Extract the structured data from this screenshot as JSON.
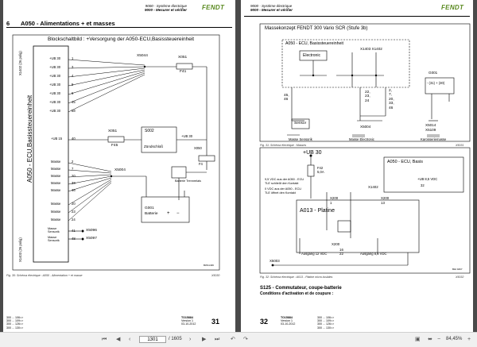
{
  "left_page": {
    "brand": "FENDT",
    "header_line1": "9000 - Système électrique",
    "header_line2": "9000 - Mesurer et vérifier",
    "section_number": "6",
    "section_title": "A050 - Alimentations + et masses",
    "diagram_title": "Blockschaltbild : +Versorgung der A050-ECU,Basissteuereinheit",
    "ecu_label": "A050 - ECU,Basissteuereinheit",
    "conn_top": "X1402 (26 polig)",
    "conn_bottom": "X1403 (26 polig)",
    "pin_labels": [
      "+UB 30",
      "+UB 30",
      "+UB 30",
      "+UB 30",
      "+UB 30",
      "+UB 30",
      "+UB 30"
    ],
    "pin_numbers": [
      "1",
      "3",
      "4",
      "5",
      "6",
      "45",
      "58"
    ],
    "x5044": "X5044",
    "x051_top": "X051",
    "f41": "F41",
    "ub15": "+UB 15",
    "pin_40": "40",
    "x051_mid": "X051",
    "f45": "F45",
    "s002": "S002",
    "zuendschloss": "Zündschloß",
    "ub30_right": "+UB 30",
    "x050": "X050",
    "f4": "F4",
    "battery_switch": "Batterie Trennrelais",
    "masse_rows": [
      {
        "label": "Masse",
        "pin": "2"
      },
      {
        "label": "Masse",
        "pin": "7"
      },
      {
        "label": "Masse",
        "pin": "20"
      },
      {
        "label": "Masse",
        "pin": "33"
      },
      {
        "label": "Masse",
        "pin": "46"
      }
    ],
    "x5004": "X5004",
    "masse_rows2": [
      {
        "label": "Masse",
        "pin": "20"
      },
      {
        "label": "Masse",
        "pin": "23"
      },
      {
        "label": "Masse",
        "pin": "24"
      }
    ],
    "sensor_rows": [
      {
        "label": "Masse Sensorik",
        "pin": "41",
        "conn": "X5096"
      },
      {
        "label": "Masse Sensorik",
        "pin": "48",
        "conn": "X5097"
      }
    ],
    "g001": "G001",
    "batterie": "Batterie",
    "ref_code": "BW11436",
    "caption": "Fig. 30: Schéma électrique : A050 - Alimentation + et masse",
    "caption_code": "X5030",
    "footer_lines": [
      "300 ... 106=>",
      "300 ... 109=>",
      "300 ... 126=>",
      "300 ... 130=>"
    ],
    "doc_code": "TO15884",
    "version": "Version 1",
    "date": "03-10-2012",
    "page_number": "31"
  },
  "right_page": {
    "brand": "FENDT",
    "header_line1": "9000 - Système électrique",
    "header_line2": "9000 - Mesurer et vérifier",
    "mk_title": "Massekonzept FENDT 300 Vario SCR (Stufe 3b)",
    "ecu_basis": "A050 - ECU, Basissteuereinheit",
    "electronic": "Electronic",
    "x1403_x1402": "X1403 X1402",
    "pins_a": [
      "45,",
      "46"
    ],
    "pins_b": [
      "22,",
      "23,",
      "24"
    ],
    "pins_c": [
      "2,",
      "7,",
      "20,",
      "33,",
      "46"
    ],
    "g001": "G001",
    "g001_pins": "- (31)   + (30)",
    "sensor": "Sensor",
    "x5004": "X5004",
    "x5014": "X5014",
    "x5109": "X5109",
    "masse_sensorik": "Masse Sensorik",
    "masse_electronic": "Masse Electronic",
    "karosserie": "Karosseriemasse",
    "cap1": "Fig. 31: Schéma électrique : Masses",
    "cap1_code": "X5031",
    "ub30": "+UB 30",
    "f42": "F42",
    "f42b": "5,0A",
    "ecu_basis2": "A050 - ECU, Basis",
    "ub85": "+UB 8,5 VDC",
    "pin32": "32",
    "x1402": "X1402",
    "note1": "9,5 VDC aus der A050 - ECU",
    "note2": "TLE schließt den Kontakt",
    "note3": "0 VDC aus der A050 - ECU",
    "note4": "TLE öffnet den Kontakt",
    "x200_a": "X200",
    "pin1": "1",
    "x200_b": "X200",
    "pin13": "13",
    "a013": "A013 - Platine",
    "x200_c": "X200",
    "pin16": "16",
    "pin22": "22",
    "aus12": "Ausgang 12 VDC",
    "aus85": "Ausgang 8,5 VDC",
    "x5003": "X5003",
    "ref_code2": "Bild 9467",
    "cap2": "Fig. 32: Schéma électrique : A013 - Platine micro-fusibles",
    "cap2_code": "X5032",
    "s125_title": "S125 - Commutateur, coupe-batterie",
    "s125_sub": "Conditions d'activation et de coupure :",
    "footer_lines": [
      "300 ... 106=>",
      "300 ... 109=>",
      "300 ... 126=>",
      "300 ... 130=>"
    ],
    "doc_code": "TO15884",
    "version": "Version 1",
    "date": "03-10-2012",
    "page_number": "32"
  },
  "toolbar": {
    "current_page": "1301",
    "total_pages": "/ 1605",
    "zoom": "84,45%",
    "icons": [
      "first-page-icon",
      "previous-page-icon",
      "next-page-icon",
      "last-page-icon",
      "back-icon",
      "forward-icon"
    ]
  }
}
